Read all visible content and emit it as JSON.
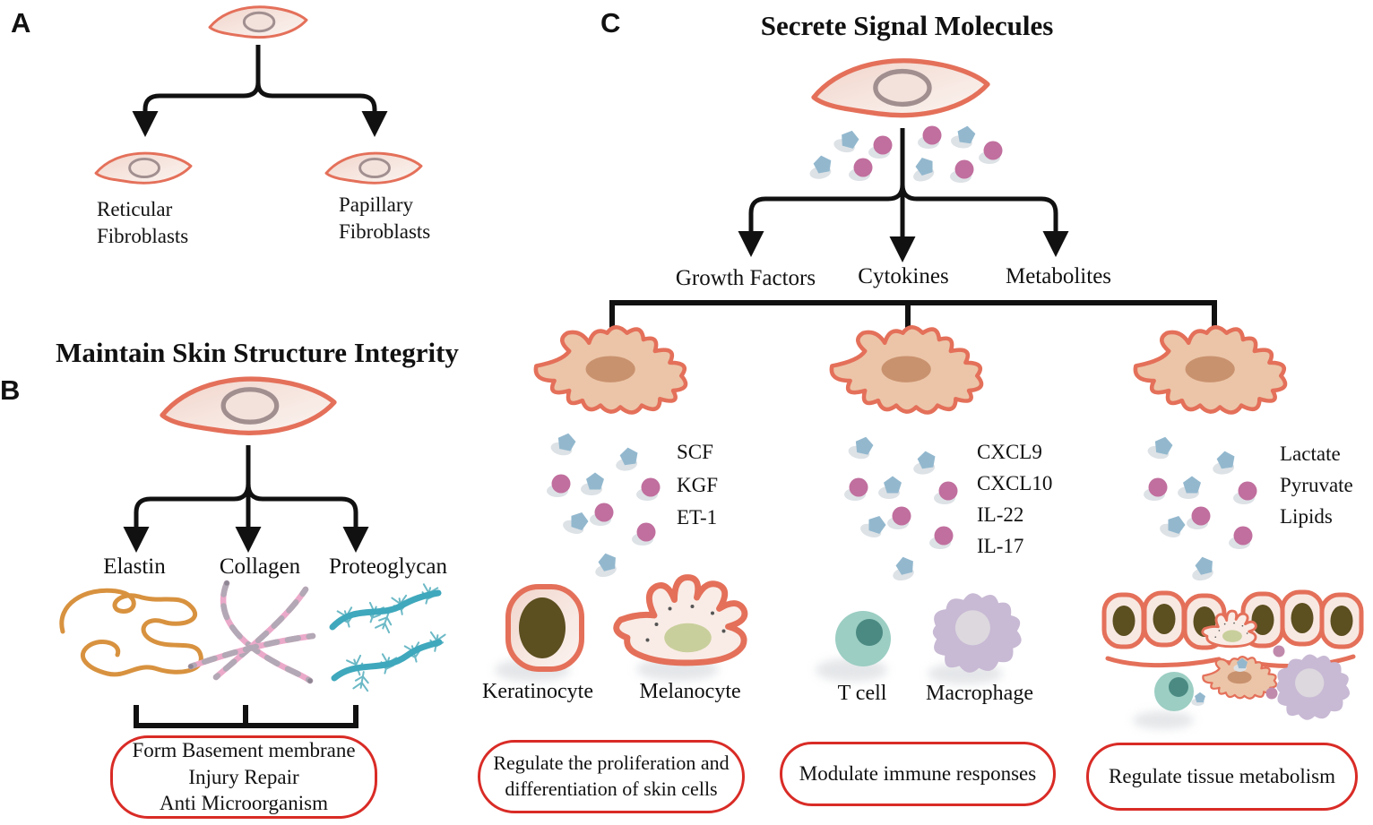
{
  "colors": {
    "cell_outline": "#e4705a",
    "cell_fill": "#f7e7e1",
    "nucleus_ring": "#a18f90",
    "activated_fill": "#ecc5a8",
    "activated_nucleus": "#c9926f",
    "molecule_pentagon": "#93b8ce",
    "molecule_circle": "#c06f9e",
    "box_border": "#d92b26",
    "elastin": "#d8923f",
    "collagen_pink": "#eba9c9",
    "collagen_gray": "#b3a8b5",
    "proteoglycan": "#3fa8bc",
    "tcell_fill": "#9ccec3",
    "tcell_nucleus": "#4a8a82",
    "macrophage_fill": "#c8b9d4",
    "macrophage_nucleus": "#dcd8de",
    "keratinocyte_nucleus": "#5c4f20",
    "melanocyte_nucleus": "#c9cf9c",
    "arrow": "#111111"
  },
  "panel_a": {
    "letter": "A",
    "children": [
      {
        "label": "Reticular\nFibroblasts"
      },
      {
        "label": "Papillary\nFibroblasts"
      }
    ]
  },
  "panel_b": {
    "letter": "B",
    "title": "Maintain Skin Structure Integrity",
    "products": [
      "Elastin",
      "Collagen",
      "Proteoglycan"
    ],
    "function_box": "Form Basement membrane\nInjury Repair\nAnti Microorganism"
  },
  "panel_c": {
    "letter": "C",
    "title": "Secrete Signal Molecules",
    "branches": [
      "Growth Factors",
      "Cytokines",
      "Metabolites"
    ],
    "columns": [
      {
        "molecules": [
          "SCF",
          "KGF",
          "ET-1"
        ],
        "cells": [
          "Keratinocyte",
          "Melanocyte"
        ],
        "function_box": "Regulate the proliferation and\ndifferentiation of skin cells"
      },
      {
        "molecules": [
          "CXCL9",
          "CXCL10",
          "IL-22",
          "IL-17"
        ],
        "cells": [
          "T cell",
          "Macrophage"
        ],
        "function_box": "Modulate immune responses"
      },
      {
        "molecules": [
          "Lactate",
          "Pyruvate",
          "Lipids"
        ],
        "cells": [],
        "function_box": "Regulate tissue metabolism"
      }
    ]
  }
}
